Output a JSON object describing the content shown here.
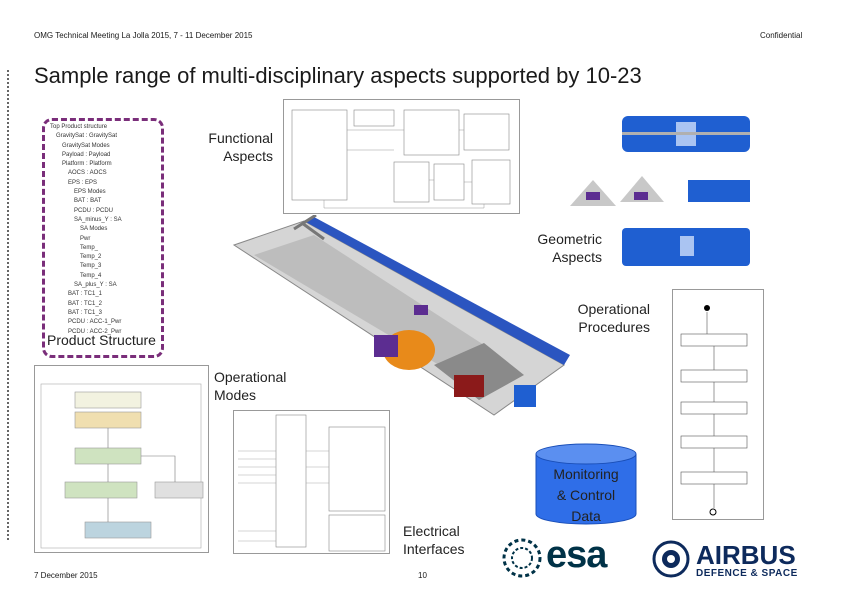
{
  "header": {
    "meeting": "OMG Technical Meeting La Jolla 2015, 7 - 11 December 2015",
    "classification": "Confidential"
  },
  "slide": {
    "title": "Sample range of multi-disciplinary aspects supported by 10-23"
  },
  "labels": {
    "functional": [
      "Functional",
      "Aspects"
    ],
    "geometric": [
      "Geometric",
      "Aspects"
    ],
    "procedures": [
      "Operational",
      "Procedures"
    ],
    "product_structure": "Product Structure",
    "modes": [
      "Operational",
      "Modes"
    ],
    "electrical": [
      "Electrical",
      "Interfaces"
    ],
    "monitoring": [
      "Monitoring",
      "& Control",
      "Data"
    ]
  },
  "product_tree": [
    "Top Product structure",
    "GravitySat : GravitySat",
    "GravitySat Modes",
    "Payload : Payload",
    "Platform : Platform",
    "AOCS : AOCS",
    "EPS : EPS",
    "EPS Modes",
    "BAT : BAT",
    "PCDU : PCDU",
    "SA_minus_Y : SA",
    "SA Modes",
    "Pwr",
    "Temp_",
    "Temp_2",
    "Temp_3",
    "Temp_4",
    "SA_plus_Y : SA",
    "BAT : TC1_1",
    "BAT : TC1_2",
    "BAT : TC1_3",
    "PCDU : ACC-1_Pwr",
    "PCDU : ACC-2_Pwr"
  ],
  "footer": {
    "date": "7 December 2015",
    "page": "10"
  },
  "logos": {
    "esa": "esa",
    "airbus": "AIRBUS",
    "airbus_sub": "DEFENCE & SPACE"
  },
  "colors": {
    "product_border": "#7a2e7a",
    "satellite_blue": "#1f5fd1",
    "database_blue": "#2f6ee8",
    "airbus_navy": "#0d2a5c",
    "esa_navy": "#003247",
    "cylinder_orange": "#e88a1a"
  }
}
